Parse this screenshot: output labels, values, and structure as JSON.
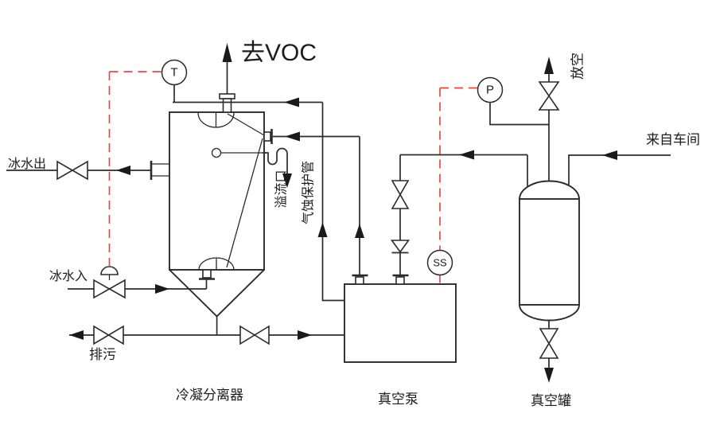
{
  "header": {
    "to_voc": "去VOC"
  },
  "streams": {
    "ice_water_out": "冰水出",
    "ice_water_in": "冰水入",
    "blowdown": "排污",
    "vent": "放空",
    "from_workshop": "来自车间",
    "overflow_port": "溢流口",
    "cavitation_protection_pipe": "气蚀保护管"
  },
  "equipment": {
    "condensate_separator": "冷凝分离器",
    "vacuum_pump": "真空泵",
    "vacuum_tank": "真空罐"
  },
  "instruments": {
    "temperature": "T",
    "pressure": "P",
    "ss": "SS"
  },
  "colors": {
    "line": "#2b2b2b",
    "signal_line": "#e8493f",
    "background": "#ffffff"
  }
}
